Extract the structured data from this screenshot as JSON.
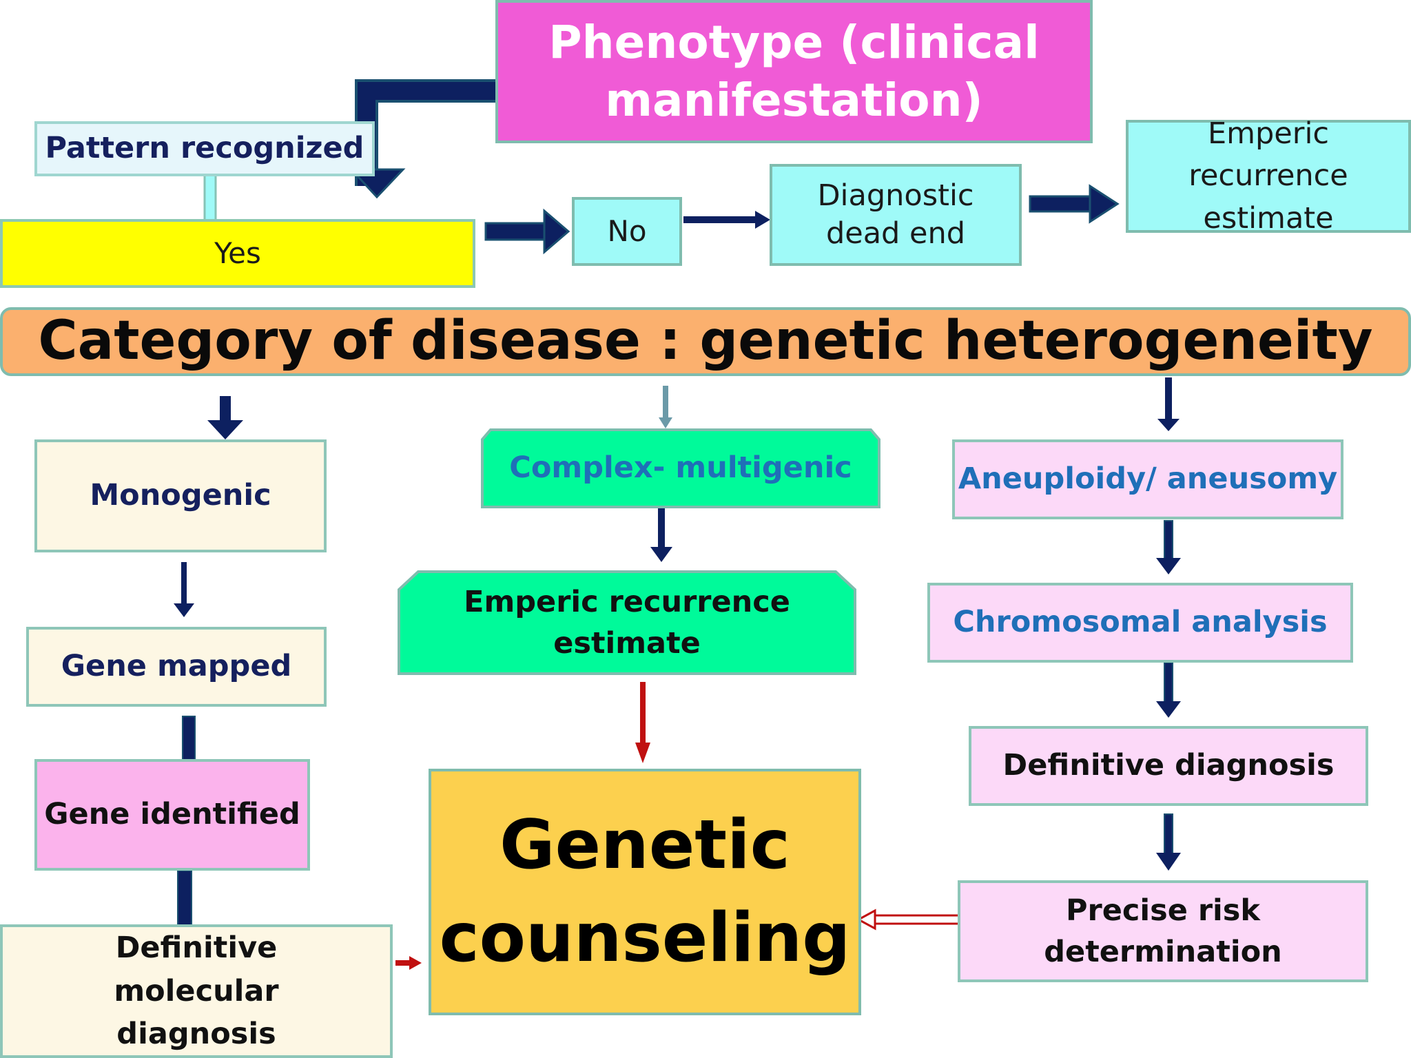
{
  "phenotype": "Phenotype (clinical manifestation)",
  "pattern_recognized": "Pattern recognized",
  "yes": "Yes",
  "no": "No",
  "diagnostic_dead_end": "Diagnostic dead end",
  "emperic_top": "Emperic recurrence estimate",
  "category": "Category of disease : genetic heterogeneity",
  "monogenic": {
    "title": "Monogenic",
    "gene_mapped": "Gene mapped",
    "gene_identified": "Gene identified",
    "molecular_diagnosis": "Definitive molecular diagnosis"
  },
  "complex": {
    "title": "Complex- multigenic",
    "emperic": "Emperic recurrence estimate"
  },
  "aneuploidy": {
    "title": "Aneuploidy/ aneusomy",
    "chromosomal": "Chromosomal analysis",
    "definitive": "Definitive diagnosis",
    "precise": "Precise risk determination"
  },
  "genetic_counseling": "Genetic counseling",
  "colors": {
    "phenotype": "#f05bd6",
    "yes": "#ffff00",
    "cyan_box": "#9ffaf8",
    "category": "#fbb06e",
    "cream": "#fdf7e4",
    "pink_box": "#fbb3ec",
    "light_pink": "#fcd9f8",
    "green": "#00fa9a",
    "counseling": "#fcd04e",
    "arrow_navy": "#0d2060",
    "arrow_red": "#c01010"
  }
}
